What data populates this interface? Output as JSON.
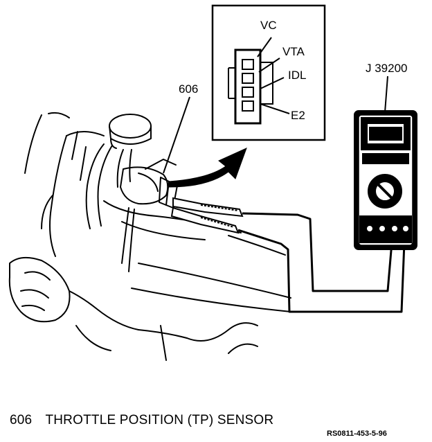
{
  "labels": {
    "sensor_callout": "606",
    "meter": "J 39200",
    "pins": [
      "VC",
      "VTA",
      "IDL",
      "E2"
    ]
  },
  "caption": {
    "number": "606",
    "text": "THROTTLE POSITION (TP) SENSOR"
  },
  "reference_code": "RS0811-453-5-96"
}
